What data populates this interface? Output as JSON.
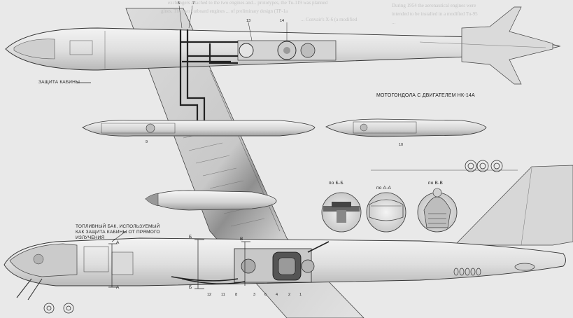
{
  "background_text": {
    "top_center_1": "exchangers attached to the two engines and... prototypes, the Tu-119 was planned",
    "top_center_2": "gines. The two outboard engines ... of preliminary design (TP-1a",
    "top_center_3": "... Convair's X-6 (a modified",
    "top_right_1": "During 1954 the aeronautical engines were",
    "top_right_2": "intended to be installed in a modified Tu-95",
    "top_right_3": "..."
  },
  "labels": {
    "crew_protection": "ЗАЩИТА КАБИНЫ",
    "engine_nacelle": "МОТОГОНДОЛА С ДВИГАТЕЛЕМ НК-14А",
    "fuel_tank_line1": "ТОПЛИВНЫЙ БАК, ИСПОЛЬЗУЕМЫЙ",
    "fuel_tank_line2": "КАК ЗАЩИТА КАБИНЫ ОТ ПРЯМОГО",
    "fuel_tank_line3": "ИЗЛУЧЕНИЯ",
    "section_bb": "по Б-Б",
    "section_aa": "по А-А",
    "section_vv": "по В-В",
    "section_a": "А",
    "section_b": "Б",
    "section_v": "В"
  },
  "callouts": {
    "n5": "5",
    "n7": "7",
    "n13": "13",
    "n14": "14",
    "n9": "9",
    "n10": "10",
    "n12": "12",
    "n11": "11",
    "n8": "8",
    "n3": "3",
    "n6": "6",
    "n4": "4",
    "n2": "2",
    "n1": "1"
  }
}
